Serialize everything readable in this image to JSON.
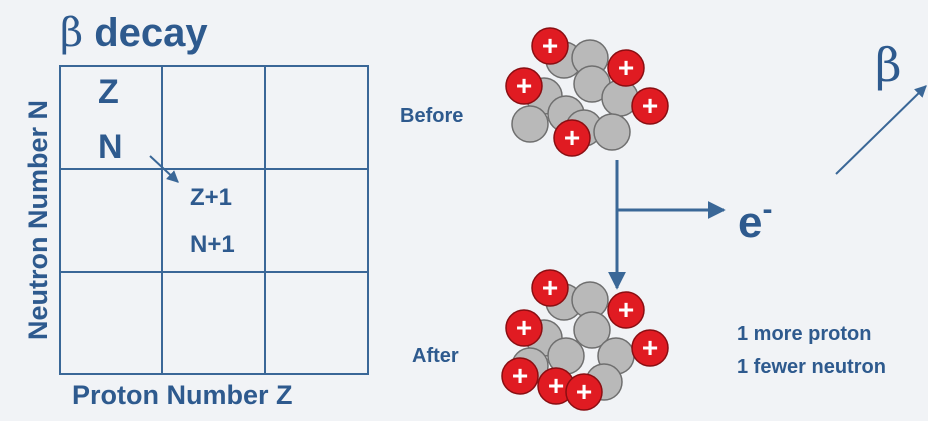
{
  "title": {
    "symbol": "β",
    "text": "decay"
  },
  "grid": {
    "y_axis_label": "Neutron Number N",
    "x_axis_label": "Proton Number Z",
    "start_cell": {
      "top": "Z",
      "bottom": "N"
    },
    "end_cell": {
      "top": "Z+1",
      "bottom": "N+1"
    }
  },
  "nucleus": {
    "before_label": "Before",
    "after_label": "After",
    "proton_sign": "+"
  },
  "emission": {
    "electron": "e",
    "electron_charge": "-",
    "beta_symbol": "β"
  },
  "notes": [
    "1 more proton",
    "1 fewer neutron"
  ],
  "colors": {
    "text": "#2e5a8e",
    "line": "#3a6797",
    "proton": "#e01b22",
    "neutron": "#b9b9b9",
    "background": "#f1f3f6"
  }
}
